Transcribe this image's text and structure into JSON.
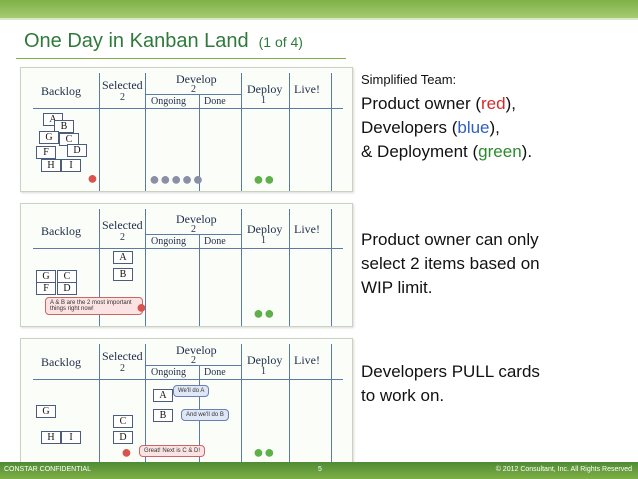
{
  "title": {
    "main": "One Day in Kanban Land",
    "sub": "(1 of 4)"
  },
  "board": {
    "headers": {
      "backlog": "Backlog",
      "selected": "Selected",
      "selected_wip": "2",
      "develop": "Develop",
      "develop_wip": "2",
      "ongoing": "Ongoing",
      "done": "Done",
      "deploy": "Deploy",
      "deploy_wip": "1",
      "live": "Live!"
    }
  },
  "panels": [
    {
      "cards": [
        "A",
        "B",
        "C",
        "G",
        "D",
        "F",
        "H",
        "I"
      ]
    },
    {
      "cards": [
        "A",
        "B",
        "C",
        "G",
        "D",
        "F"
      ],
      "bubble": "A & B are the 2 most important things right now!"
    },
    {
      "cards": [
        "A",
        "B",
        "C",
        "G",
        "D",
        "H",
        "I"
      ],
      "bubbles": [
        "We'll do A",
        "And we'll do B",
        "Great! Next is C & D!"
      ]
    }
  ],
  "right": {
    "block1": {
      "label": "Simplified Team:",
      "line1_a": "Product owner (",
      "line1_red": "red",
      "line1_b": "),",
      "line2_a": "Developers (",
      "line2_blue": "blue",
      "line2_b": "),",
      "line3_a": "& Deployment (",
      "line3_green": "green",
      "line3_b": ")."
    },
    "block2": [
      "Product owner can only",
      "select 2 items based on",
      "WIP limit."
    ],
    "block3": [
      "Developers PULL cards",
      "to work on."
    ]
  },
  "footer": {
    "left": "CONSTAR CONFIDENTIAL",
    "page": "5",
    "right": "© 2012 Consultant, Inc. All Rights Reserved"
  },
  "colors": {
    "accent": "#7fb046",
    "title": "#2f7a3a",
    "red": "#d62b2b",
    "blue": "#2f5fc2",
    "green": "#2c8a2f"
  }
}
